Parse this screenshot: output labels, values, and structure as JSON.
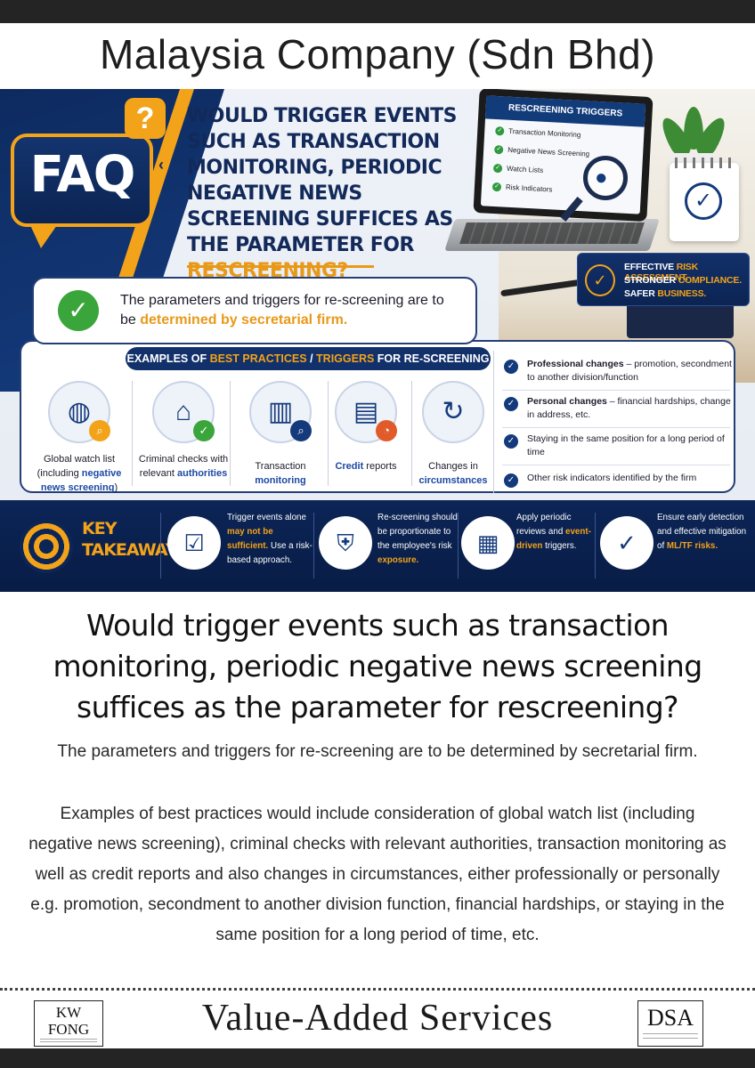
{
  "page": {
    "title": "Malaysia Company (Sdn Bhd)",
    "heading": "Would trigger events such as transaction monitoring, periodic negative news screening suffices as the parameter for rescreening?",
    "paragraph1": "The parameters and triggers for re-screening are to be determined by secretarial firm.",
    "paragraph2": "Examples of best practices would include consideration of global watch list (including negative news screening), criminal checks with relevant authorities, transaction monitoring as well as credit reports and also changes in circumstances, either professionally or personally e.g. promotion, secondment to another division function, financial hardships, or staying in the same position for a long period of time, etc.",
    "footer": "Value-Added Services"
  },
  "logos": {
    "left_line1": "KW",
    "left_line2": "FONG",
    "right": "DSA"
  },
  "banner": {
    "faq": "FAQ",
    "question_mark": "?",
    "question_main": "Would trigger events such as transaction monitoring, periodic negative news screening suffices as the parameter for",
    "question_accent": "rescreening?",
    "laptop": {
      "title": "RESCREENING TRIGGERS",
      "items": [
        "Transaction Monitoring",
        "Negative News Screening",
        "Watch Lists",
        "Risk Indicators"
      ]
    },
    "badge": {
      "line1_a": "Effective ",
      "line1_b": "Risk Assessment.",
      "line2_a": "Stronger ",
      "line2_b": "Compliance.",
      "line3_a": "Safer ",
      "line3_b": "Business."
    },
    "answer_part1": "The parameters and triggers for re-screening are to be ",
    "answer_accent": "determined by secretarial firm.",
    "examples_title_a": "Examples of ",
    "examples_title_b": "Best Practices",
    "examples_title_c": " / ",
    "examples_title_d": "Triggers",
    "examples_title_e": " for Re-Screening",
    "examples": [
      {
        "plain": "Global watch list (including ",
        "accent": "negative news screening",
        "tail": ")"
      },
      {
        "plain": "Criminal checks with relevant ",
        "accent": "authorities",
        "tail": ""
      },
      {
        "plain": "Transaction ",
        "accent": "monitoring",
        "tail": ""
      },
      {
        "plain": "",
        "accent": "Credit",
        "tail": " reports"
      },
      {
        "plain": "Changes in ",
        "accent": "circumstances",
        "tail": ""
      }
    ],
    "changes": [
      {
        "bold": "Professional changes",
        "text": " – promotion, secondment to another division/function"
      },
      {
        "bold": "Personal changes",
        "text": " – financial hardships, change in address, etc."
      },
      {
        "bold": "",
        "text": "Staying in the same position for a long period of time"
      },
      {
        "bold": "",
        "text": "Other risk indicators identified by the firm"
      }
    ],
    "takeaway_title_1": "KEY",
    "takeaway_title_2": "TAKEAWAY",
    "takeaways": [
      {
        "a": "Trigger events alone ",
        "acc": "may not be sufficient.",
        "b": " Use a risk-based approach."
      },
      {
        "a": "Re-screening should be proportionate to the employee's risk ",
        "acc": "exposure.",
        "b": ""
      },
      {
        "a": "Apply periodic reviews and ",
        "acc": "event-driven",
        "b": " triggers."
      },
      {
        "a": "Ensure early detection and effective mitigation of ",
        "acc": "ML/TF risks.",
        "b": ""
      }
    ]
  },
  "colors": {
    "navy": "#0c2557",
    "accent_orange": "#f2a31a",
    "check_green": "#3aa53a",
    "link_blue": "#1d4aa3"
  },
  "icons": [
    "faq-bubble-icon",
    "question-mark-icon",
    "check-circle-icon",
    "globe-icon",
    "courthouse-icon",
    "monitor-chart-icon",
    "credit-report-icon",
    "person-change-icon",
    "target-icon",
    "checklist-icon",
    "people-shield-icon",
    "calendar-icon",
    "shield-check-icon"
  ]
}
